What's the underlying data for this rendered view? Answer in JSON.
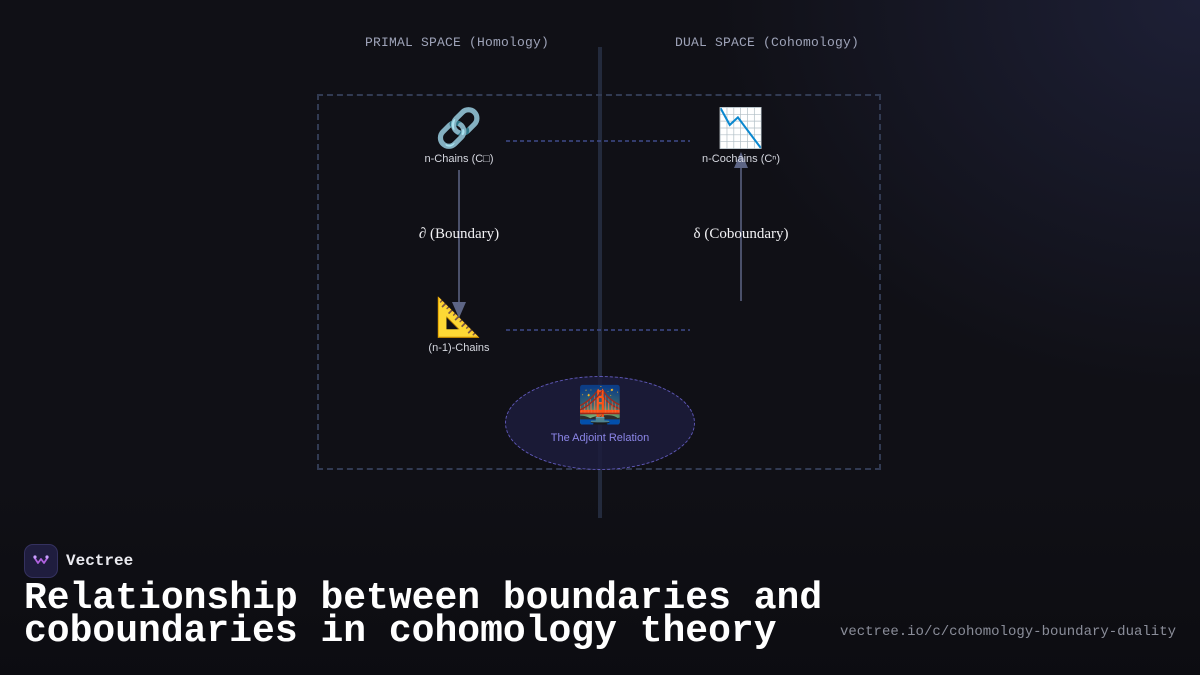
{
  "diagram": {
    "primal_label": "PRIMAL SPACE (Homology)",
    "dual_label": "DUAL SPACE (Cohomology)",
    "nodes": {
      "n_chains": {
        "icon": "link-icon",
        "glyph": "🔗",
        "label": "n-Chains (C□)"
      },
      "n_cochains": {
        "icon": "chart-decreasing-icon",
        "glyph": "📉",
        "label": "n-Cochains (Cⁿ)"
      },
      "n1_chains": {
        "icon": "triangular-ruler-icon",
        "glyph": "📐",
        "label": "(n-1)-Chains"
      }
    },
    "operators": {
      "boundary": "∂ (Boundary)",
      "coboundary": "δ (Coboundary)"
    },
    "adjoint": {
      "icon": "bridge-at-night-icon",
      "glyph": "🌉",
      "label": "The Adjoint Relation"
    }
  },
  "footer": {
    "brand": "Vectree",
    "title": "Relationship between boundaries and coboundaries in cohomology theory",
    "url": "vectree.io/c/cohomology-boundary-duality"
  },
  "colors": {
    "background": "#101016",
    "frame": "#313a52",
    "arrow": "#5d6585",
    "adjoint_accent": "#8c86e8",
    "brand_logo": "#1f1d3e"
  }
}
